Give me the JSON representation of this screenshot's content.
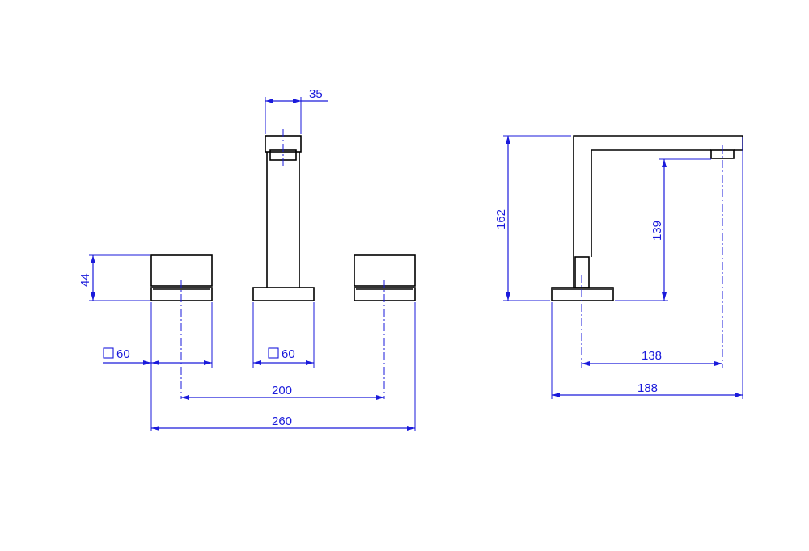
{
  "front_view": {
    "spout_width": "35",
    "handle_height": "44",
    "handle_base_square_label": "60",
    "spout_base_square_label": "60",
    "handle_center_distance": "200",
    "overall_width": "260"
  },
  "side_view": {
    "overall_height": "162",
    "outlet_height": "139",
    "spout_reach": "138",
    "overall_depth": "188"
  },
  "colors": {
    "dimension": "#1a1adb",
    "object": "#000000"
  }
}
